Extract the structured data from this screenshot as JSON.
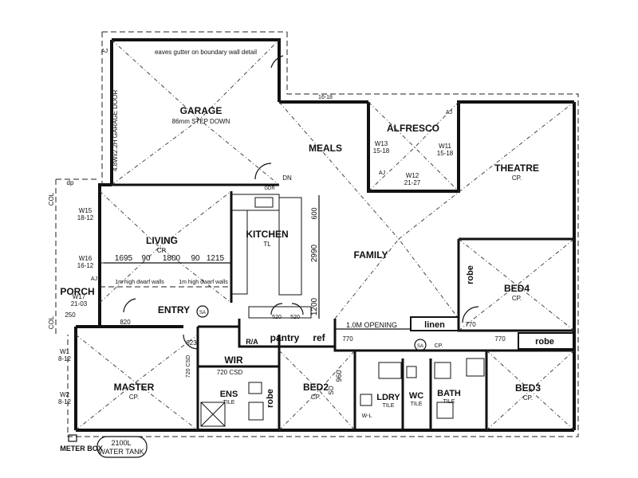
{
  "plan": {
    "rooms": {
      "garage": "GARAGE",
      "garage_note": "86mm STEP DOWN",
      "garage_door": "4.8Wx2.2H GARAGE DOOR",
      "eaves_note": "eaves gutter on boundary wall detail",
      "meals": "MEALS",
      "alfresco": "ALFRESCO",
      "theatre": "THEATRE",
      "theatre_floor": "CP.",
      "living": "LIVING",
      "living_floor": "CP.",
      "kitchen": "KITCHEN",
      "kitchen_floor": "TL",
      "family": "FAMILY",
      "bed4": "BED4",
      "bed4_floor": "CP.",
      "robe_bed4": "robe",
      "porch": "PORCH",
      "entry": "ENTRY",
      "master": "MASTER",
      "master_floor": "CP.",
      "wir": "WIR",
      "ens": "ENS",
      "ens_floor": "TILE",
      "robe_master": "robe",
      "bed2": "BED2",
      "bed2_floor": "CP.",
      "pantry": "pantry",
      "ref": "ref",
      "linen": "linen",
      "robe_bed3": "robe",
      "ldry": "LDRY",
      "ldry_floor": "TILE",
      "wc": "WC",
      "wc_floor": "TILE",
      "bath": "BATH",
      "bath_floor": "TILE",
      "bed3": "BED3",
      "bed3_floor": "CP.",
      "ra": "R/A",
      "sa_entry": "SA",
      "sa_hall": "SA",
      "hall_floor": "CP."
    },
    "windows": {
      "w13": "W13",
      "w13_size": "15-18",
      "w11": "W11",
      "w11_size": "15-18",
      "w12": "W12",
      "w12_size": "21-27",
      "w15": "W15",
      "w15_size": "18-12",
      "w16": "W16",
      "w16_size": "16-12",
      "w17": "W17",
      "w17_size": "21-03",
      "w1": "W1",
      "w1_size": "8-12",
      "w2": "W2",
      "w2_size": "8-12",
      "w_l": "W-L"
    },
    "dims": {
      "d1695": "1695",
      "d90a": "90",
      "d1800": "1800",
      "d90b": "90",
      "d1215": "1215",
      "d600": "600",
      "d2990": "2990",
      "d1200": "1200",
      "d820": "820",
      "d823": "823",
      "d720a": "720 CSD",
      "d720b": "720 CSD",
      "d770a": "770",
      "d770b": "770",
      "d770c": "770",
      "d520a": "520",
      "d520b": "520",
      "d960": "960",
      "d250": "250",
      "opening": "1.0M OPENING",
      "wall_note_a": "1m high dwarf walls",
      "wall_note_b": "1m high dwarf walls",
      "dn": "DN",
      "gdr": "GDR",
      "so": "SO",
      "dp": "dp",
      "aj": "AJ",
      "col": "COL",
      "top_dim": "16-18"
    },
    "meter_box": "METER BOX",
    "water_tank_size": "2100L",
    "water_tank": "WATER TANK"
  }
}
